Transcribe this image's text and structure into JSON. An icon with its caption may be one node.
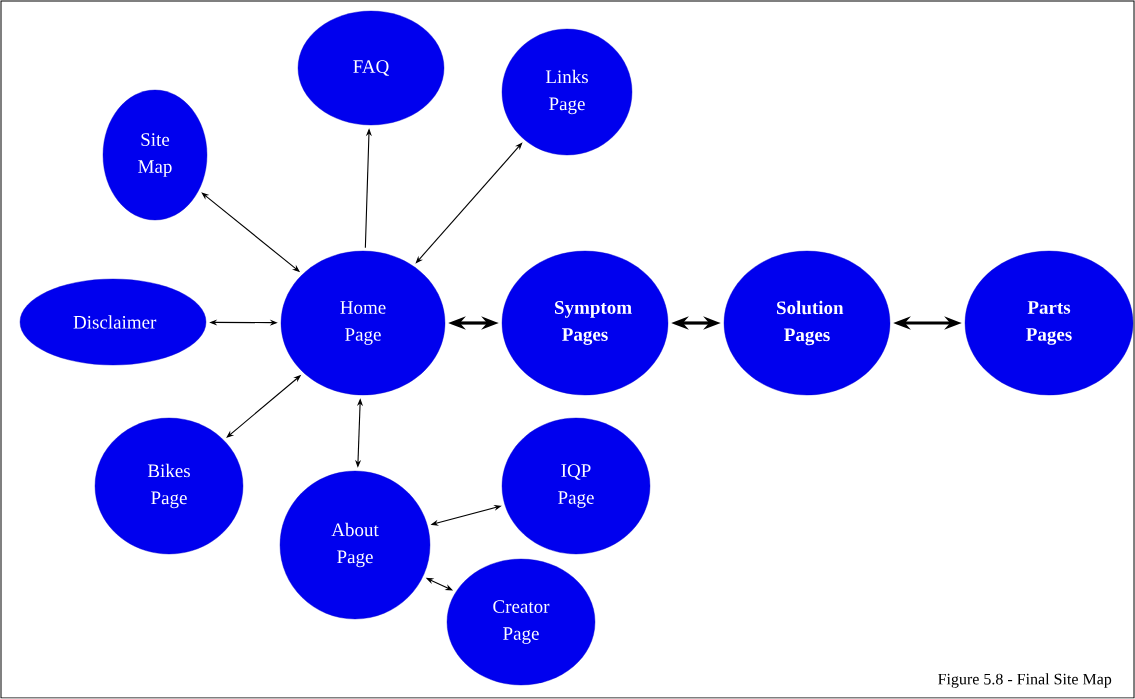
{
  "diagram": {
    "caption": "Figure 5.8 - Final Site Map",
    "nodes": [
      {
        "text": [
          "Home Page"
        ]
      },
      {
        "text": [
          "Site Map"
        ]
      },
      {
        "text": [
          "FAQ"
        ]
      },
      {
        "text": [
          "Links Page"
        ]
      },
      {
        "text": [
          "Disclaimer"
        ]
      },
      {
        "text": [
          "Symptom Pages"
        ]
      },
      {
        "text": [
          "Solution Pages"
        ]
      },
      {
        "text": [
          "Parts Pages"
        ]
      },
      {
        "text": [
          "Bikes Page"
        ]
      },
      {
        "text": [
          "About Page"
        ]
      },
      {
        "text": [
          "IQP Page"
        ]
      },
      {
        "text": [
          "Creator Page"
        ]
      }
    ],
    "edges": [
      {
        "from": 0,
        "to": 1,
        "arrow": "both"
      },
      {
        "from": 0,
        "to": 2,
        "arrow": "to"
      },
      {
        "from": 0,
        "to": 3,
        "arrow": "both"
      },
      {
        "from": 0,
        "to": 4,
        "arrow": "both"
      },
      {
        "from": 0,
        "to": 5,
        "arrow": "both",
        "style": "thick"
      },
      {
        "from": 5,
        "to": 6,
        "arrow": "both",
        "style": "thick"
      },
      {
        "from": 6,
        "to": 7,
        "arrow": "both",
        "style": "thick"
      },
      {
        "from": 0,
        "to": 8,
        "arrow": "both"
      },
      {
        "from": 0,
        "to": 9,
        "arrow": "both"
      },
      {
        "from": 9,
        "to": 10,
        "arrow": "both"
      },
      {
        "from": 9,
        "to": 11,
        "arrow": "both"
      }
    ]
  }
}
